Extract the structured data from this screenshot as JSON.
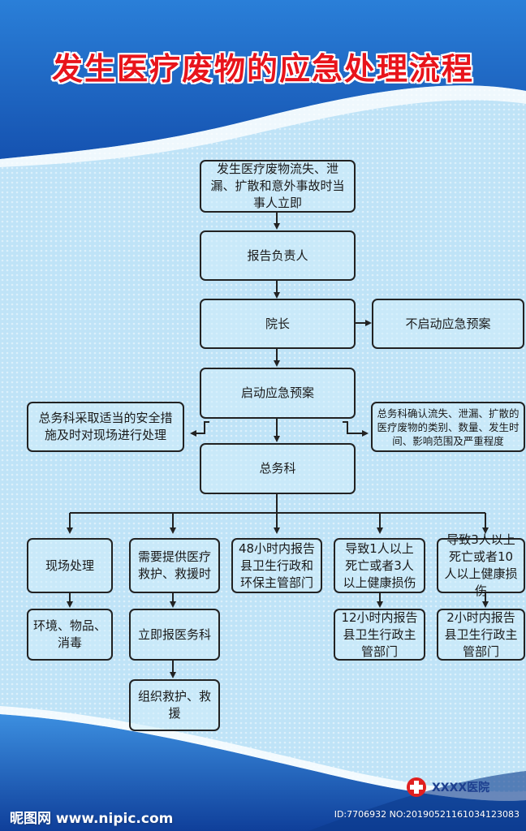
{
  "title": "发生医疗废物的应急处理流程",
  "colors": {
    "title": "#e8141b",
    "banner": "#1f63c4",
    "background": "#bfe3f7",
    "box_border": "#222222"
  },
  "nodes": {
    "start": "发生医疗废物流失、泄漏、扩散和意外事故时当事人立即",
    "report_head": "报告负责人",
    "dean": "院长",
    "no_plan": "不启动应急预案",
    "start_plan": "启动应急预案",
    "left_action": "总务科采取适当的安全措施及时对现场进行处理",
    "right_confirm": "总务科确认流失、泄漏、扩散的医疗废物的类别、数量、发生时间、影响范围及严重程度",
    "general_affairs": "总务科",
    "branch1": "现场处理",
    "branch1_sub": "环境、物品、消毒",
    "branch2": "需要提供医疗救护、救援时",
    "branch2_sub": "立即报医务科",
    "branch2_sub2": "组织救护、救援",
    "branch3": "48小时内报告县卫生行政和环保主管部门",
    "branch4": "导致1人以上死亡或者3人以上健康损伤",
    "branch4_sub": "12小时内报告县卫生行政主管部门",
    "branch5": "导致3人以上死亡或者10人以上健康损伤",
    "branch5_sub": "2小时内报告县卫生行政主管部门"
  },
  "logo": {
    "icon": "red-cross-icon",
    "text": "XXXX医院"
  },
  "watermark": {
    "site": "昵图网 www.nipic.com",
    "id": "ID:7706932 NO:20190521161034123083"
  }
}
